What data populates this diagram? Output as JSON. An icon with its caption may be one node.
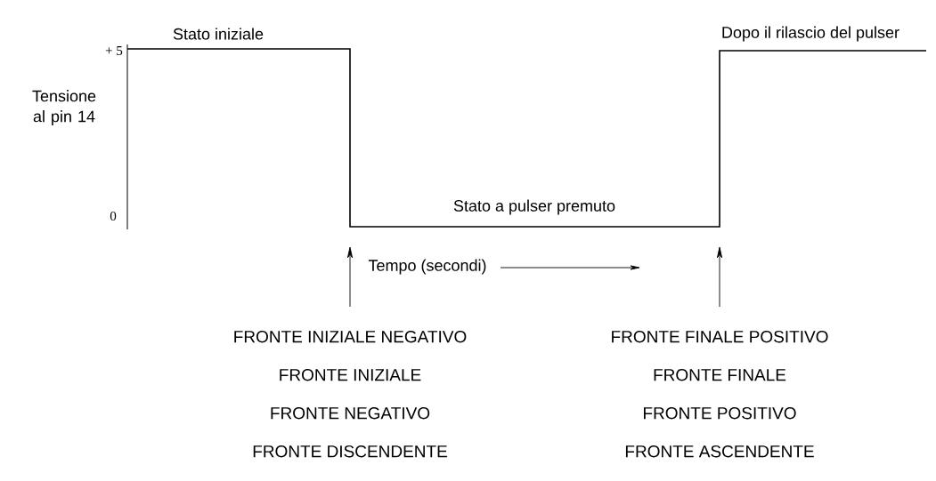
{
  "diagram": {
    "nodes": [
      {
        "text": [
          "FRONTE INIZIALE NEGATIVO",
          "FRONTE INIZIALE",
          "FRONTE NEGATIVO",
          "FRONTE DISCENDENTE"
        ]
      },
      {
        "text": [
          "FRONTE FINALE POSITIVO",
          "FRONTE FINALE",
          "FRONTE POSITIVO",
          "FRONTE ASCENDENTE"
        ]
      }
    ],
    "edges": [
      {
        "from": 0,
        "to": null,
        "arrow": "to"
      },
      {
        "from": 1,
        "to": null,
        "arrow": "to"
      }
    ],
    "labels": [
      "Stato iniziale",
      "Dopo il rilascio del pulser",
      "+ 5",
      "Tensione al pin 14",
      "0",
      "Stato a pulser premuto",
      "Tempo (secondi)"
    ]
  }
}
